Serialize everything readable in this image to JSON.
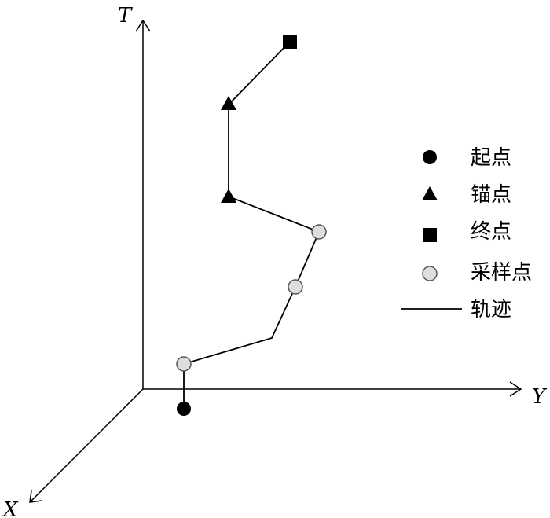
{
  "axes": {
    "t_label": "T",
    "y_label": "Y",
    "x_label": "X"
  },
  "legend": {
    "start": "起点",
    "anchor": "锚点",
    "end": "终点",
    "sample": "采样点",
    "trajectory": "轨迹"
  },
  "colors": {
    "stroke": "#000000",
    "sample_fill": "#dedede",
    "sample_stroke": "#555555",
    "start_fill": "#000000"
  }
}
